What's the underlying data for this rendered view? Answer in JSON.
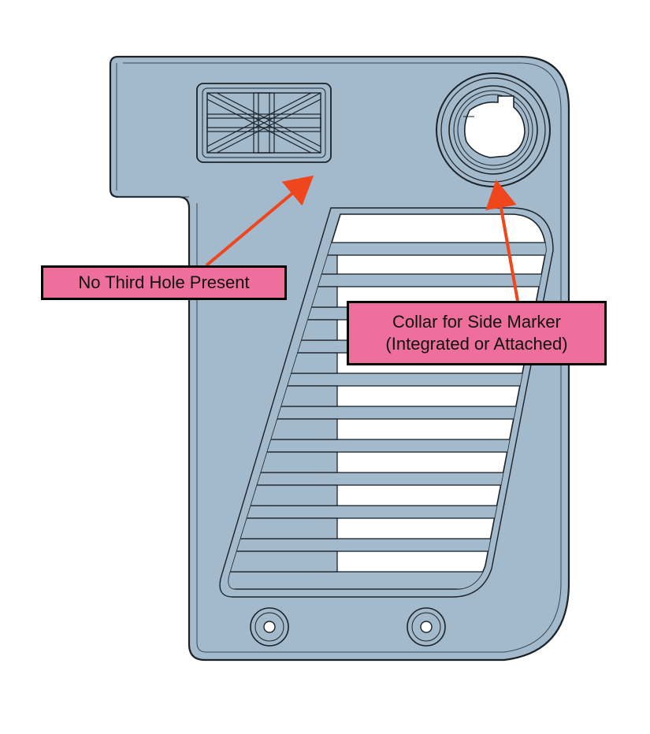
{
  "callouts": {
    "no_third_hole": "No Third Hole Present",
    "collar_line1": "Collar for Side Marker",
    "collar_line2": "(Integrated or Attached)"
  },
  "colors": {
    "panel": "#a3b9cc",
    "outline": "#1b2228",
    "window": "#ffffff",
    "callout_fill": "#ee6f9b",
    "arrow": "#f0461d"
  }
}
